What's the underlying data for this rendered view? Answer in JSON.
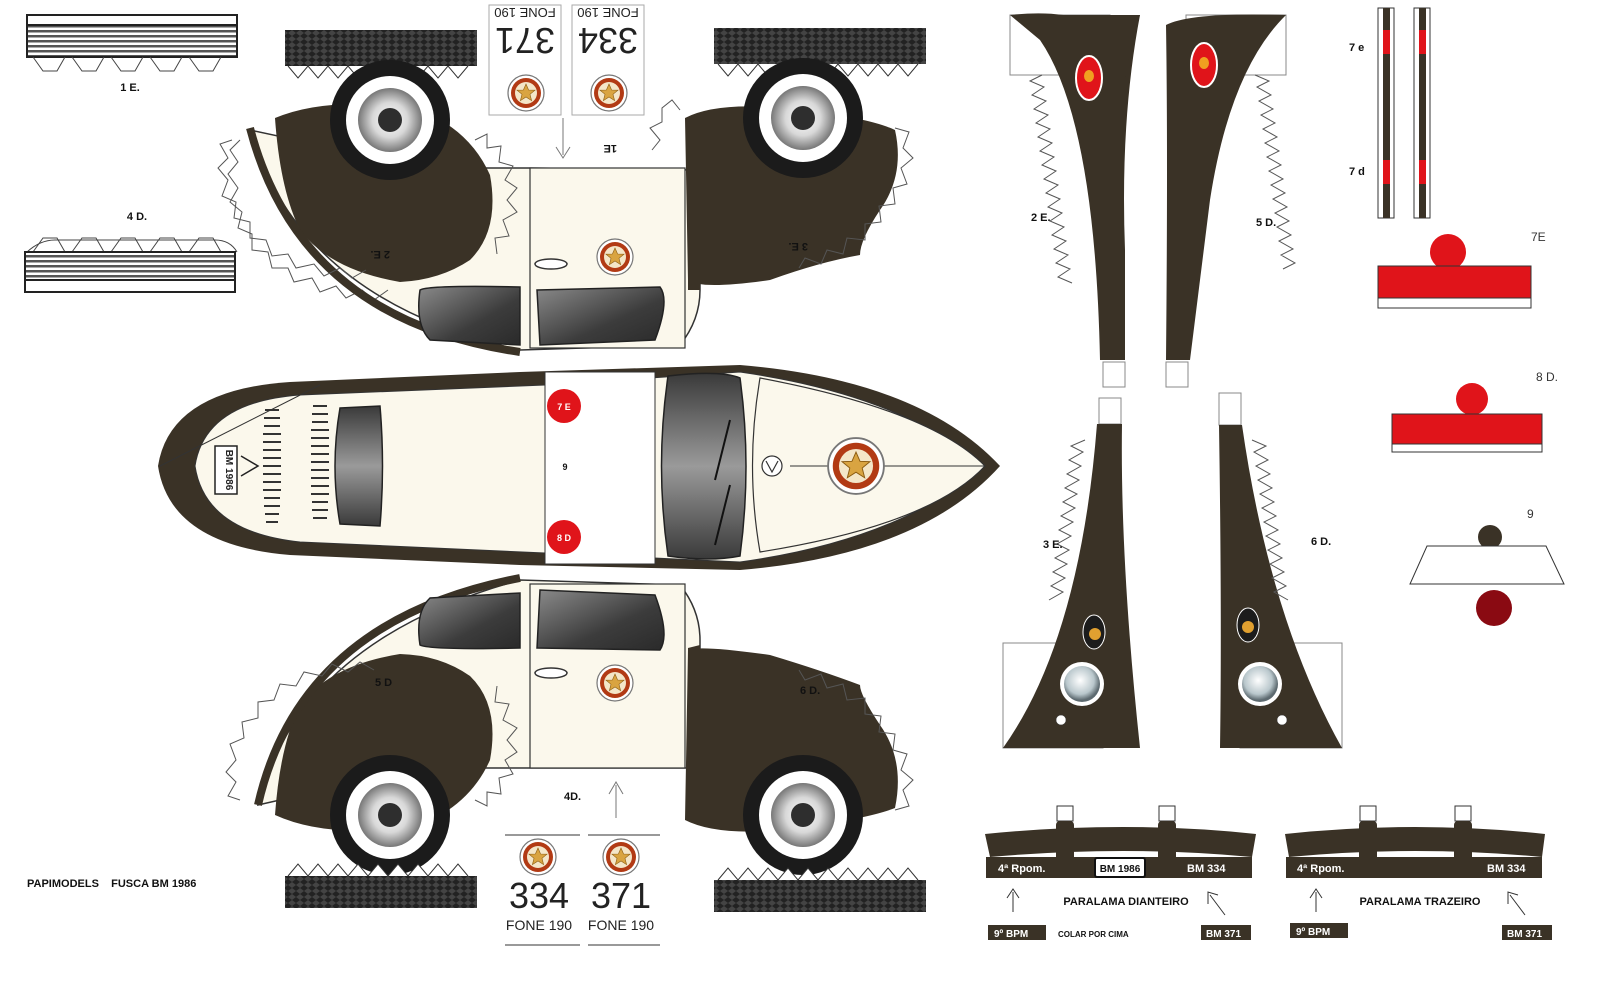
{
  "sheet_title": "PAPIMODELS    FUSCA BM 1986",
  "colors": {
    "body_dark": "#3a3226",
    "body_cream": "#fbf8ec",
    "red": "#e0141a",
    "dark_red": "#8a0a12",
    "glass": "#4a4a4a",
    "tire": "#1c1c1c",
    "badge": "#b23a14",
    "gold": "#d9a441"
  },
  "piece_labels": {
    "p1e_left": "1 E.",
    "p4d_left": "4 D.",
    "p2e_side": "2 E.",
    "p3e_side": "3 E.",
    "p1e_top": "1E",
    "p5d_side": "5 D",
    "p6d_side": "6 D.",
    "p4d_bottom": "4D.",
    "p2e_fender": "2 E.",
    "p5d_fender": "5 D.",
    "p3e_fender": "3 E.",
    "p6d_fender": "6 D.",
    "p7e_strip": "7 e",
    "p7d_strip": "7 d",
    "p7e_light": "7E",
    "p8d_light": "8 D.",
    "p9_light": "9",
    "roof_7e": "7 E",
    "roof_8d": "8 D",
    "roof_9": "9"
  },
  "plates": {
    "top_left": {
      "number": "371",
      "phone": "FONE 190"
    },
    "top_right": {
      "number": "334",
      "phone": "FONE 190"
    },
    "bottom_left": {
      "number": "334",
      "phone": "FONE 190"
    },
    "bottom_right": {
      "number": "371",
      "phone": "FONE 190"
    }
  },
  "hood_plate": "BM 1986",
  "bumper_front": {
    "left_tag": "4ª Rpom.",
    "center_tag": "BM 1986",
    "right_tag": "BM 334",
    "caption": "PARALAMA DIANTEIRO",
    "bottom_left_tag": "9º BPM",
    "note": "COLAR POR CIMA",
    "bottom_right_tag": "BM 371"
  },
  "bumper_rear": {
    "left_tag": "4ª Rpom.",
    "right_tag": "BM 334",
    "caption": "PARALAMA TRAZEIRO",
    "bottom_left_tag": "9º BPM",
    "bottom_right_tag": "BM 371"
  }
}
